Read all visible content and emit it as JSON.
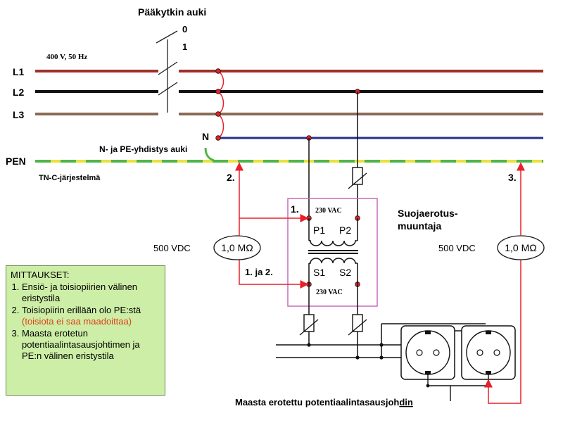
{
  "header": {
    "main_switch_label": "Pääkytkin auki",
    "switch_pos_0": "0",
    "switch_pos_1": "1"
  },
  "supply": {
    "voltage_label": "400 V, 50 Hz"
  },
  "lines": {
    "L1": {
      "label": "L1",
      "color": "#a0302a"
    },
    "L2": {
      "label": "L2",
      "color": "#111111"
    },
    "L3": {
      "label": "L3",
      "color": "#8a6a55"
    },
    "N": {
      "label": "N",
      "color": "#2b2e8a"
    },
    "PEN": {
      "label": "PEN",
      "color_a": "#e8e23a",
      "color_b": "#4fb548"
    }
  },
  "annotations": {
    "n_pe_open": "N- ja PE-yhdistys auki",
    "system": "TN-C-järjestelmä",
    "point2": "2.",
    "point3": "3.",
    "point1": "1.",
    "point12": "1. ja 2.",
    "transformer": [
      "Suojaerotus-",
      "muuntaja"
    ],
    "primary_vac": "230 VAC",
    "secondary_vac": "230 VAC",
    "P1": "P1",
    "P2": "P2",
    "S1": "S1",
    "S2": "S2",
    "left_voltage": "500 VDC",
    "right_voltage": "500 VDC",
    "meter_left": "1,0 MΩ",
    "meter_right": "1,0 MΩ",
    "bottom_caption_prefix": "Maasta erotettu potentiaalintasausjoh",
    "bottom_caption_suffix": "din"
  },
  "measurements": {
    "title": "MITTAUKSET:",
    "items": [
      {
        "text": "Ensiö- ja toisiopiirien välinen eristystila",
        "note": ""
      },
      {
        "text": "Toisiopiirin erillään olo PE:stä",
        "note": "(toisiota ei saa maadoittaa)"
      },
      {
        "text": "Maasta erotetun potentiaalintasausjohtimen ja PE:n välinen eristystila",
        "note": ""
      }
    ]
  },
  "colors": {
    "measurement_red": "#e8202a",
    "transformer_box": "#c86ab8",
    "box_bg": "#cdeea6"
  }
}
